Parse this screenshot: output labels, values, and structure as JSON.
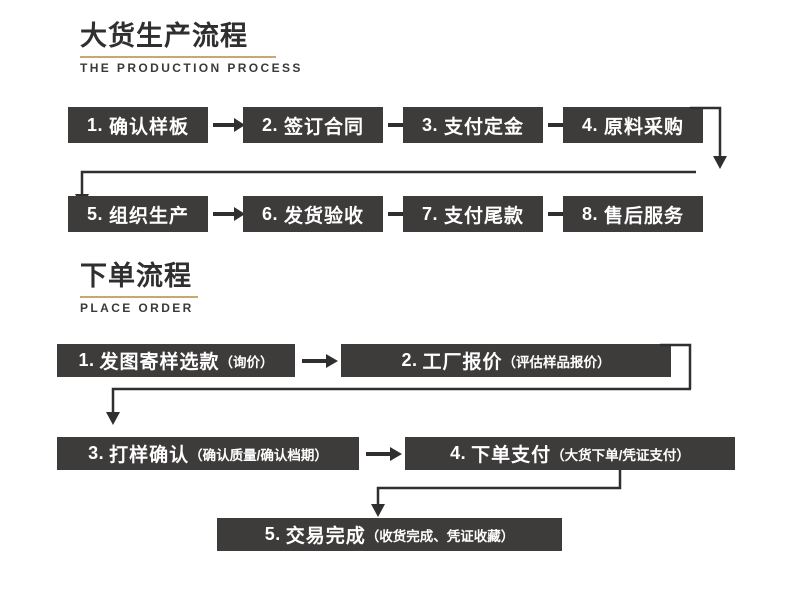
{
  "sections": [
    {
      "title_cn": "大货生产流程",
      "title_en": "THE PRODUCTION PROCESS"
    },
    {
      "title_cn": "下单流程",
      "title_en": "PLACE ORDER"
    }
  ],
  "production_steps": [
    {
      "num": "1.",
      "label": "确认样板"
    },
    {
      "num": "2.",
      "label": "签订合同"
    },
    {
      "num": "3.",
      "label": "支付定金"
    },
    {
      "num": "4.",
      "label": "原料采购"
    },
    {
      "num": "5.",
      "label": "组织生产"
    },
    {
      "num": "6.",
      "label": "发货验收"
    },
    {
      "num": "7.",
      "label": "支付尾款"
    },
    {
      "num": "8.",
      "label": "售后服务"
    }
  ],
  "order_steps": [
    {
      "num": "1.",
      "label": "发图寄样选款",
      "note": "（询价）"
    },
    {
      "num": "2.",
      "label": "工厂报价",
      "note": "（评估样品报价）"
    },
    {
      "num": "3.",
      "label": "打样确认",
      "note": "（确认质量/确认档期）"
    },
    {
      "num": "4.",
      "label": "下单支付",
      "note": "（大货下单/凭证支付）"
    },
    {
      "num": "5.",
      "label": "交易完成",
      "note": "（收货完成、凭证收藏）"
    }
  ],
  "colors": {
    "box_bg": "#3e3c3b",
    "box_text": "#ffffff",
    "accent_rule": "#c8a96a",
    "heading": "#2f2f2f"
  }
}
